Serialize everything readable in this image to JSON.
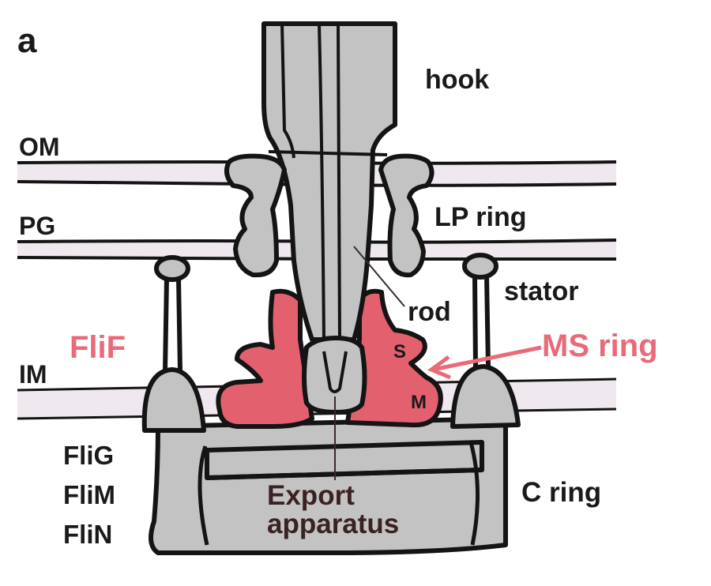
{
  "panel_label": "a",
  "colors": {
    "protein_gray": "#c3c3c3",
    "fliF_pink": "#e3606f",
    "membrane": "#efe8ee",
    "outline": "#141414",
    "accent_label": "#e96b7a"
  },
  "labels": {
    "hook": "hook",
    "om": "OM",
    "pg": "PG",
    "lp_ring": "LP ring",
    "stator": "stator",
    "rod": "rod",
    "flif": "FliF",
    "ms_ring": "MS ring",
    "s_ring": "S",
    "m_ring": "M",
    "im": "IM",
    "flig": "FliG",
    "flim": "FliM",
    "flin": "FliN",
    "export_line1": "Export",
    "export_line2": "apparatus",
    "c_ring": "C ring"
  }
}
